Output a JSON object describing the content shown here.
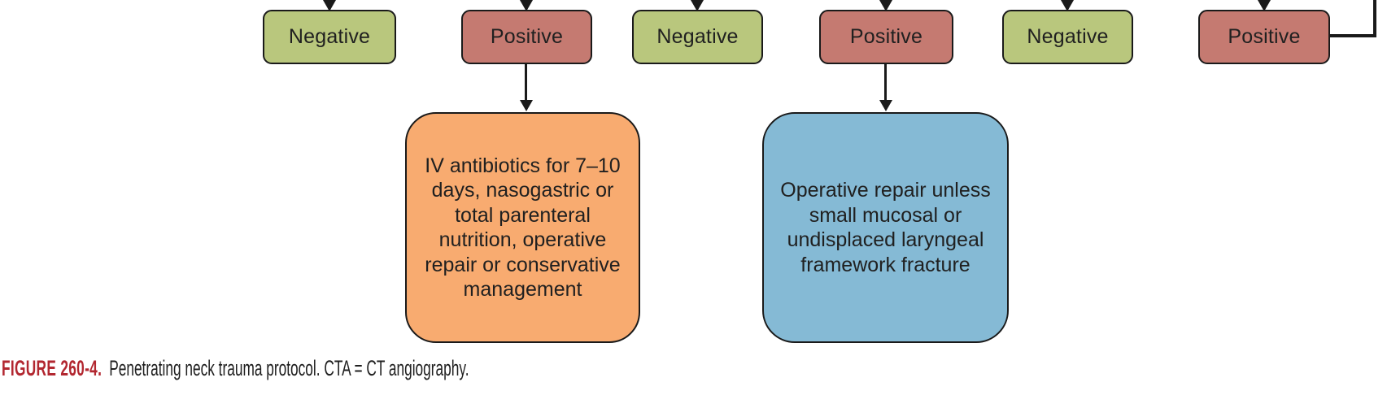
{
  "figure": {
    "caption_label": "FIGURE 260-4.",
    "caption_text": "Penetrating neck trauma protocol. CTA = CT angiography."
  },
  "flowchart": {
    "results": [
      {
        "label": "Negative",
        "type": "negative"
      },
      {
        "label": "Positive",
        "type": "positive"
      },
      {
        "label": "Negative",
        "type": "negative"
      },
      {
        "label": "Positive",
        "type": "positive"
      },
      {
        "label": "Negative",
        "type": "negative"
      },
      {
        "label": "Positive",
        "type": "positive"
      }
    ],
    "outcomes": [
      {
        "id": "antibiotics",
        "text": "IV antibiotics for 7–10 days, nasogastric or total parenteral nutrition, operative repair or conservative management"
      },
      {
        "id": "operative-repair",
        "text": "Operative repair unless small mucosal or undisplaced laryngeal framework fracture"
      }
    ]
  },
  "theme": {
    "negative-fill": "#b9c77d",
    "positive-fill": "#c57a71",
    "antibiotics-fill": "#f8ab70",
    "operative-fill": "#85bad5",
    "line-color": "#1a1a1a",
    "text-color": "#202020",
    "caption-label-color": "#b22730"
  }
}
